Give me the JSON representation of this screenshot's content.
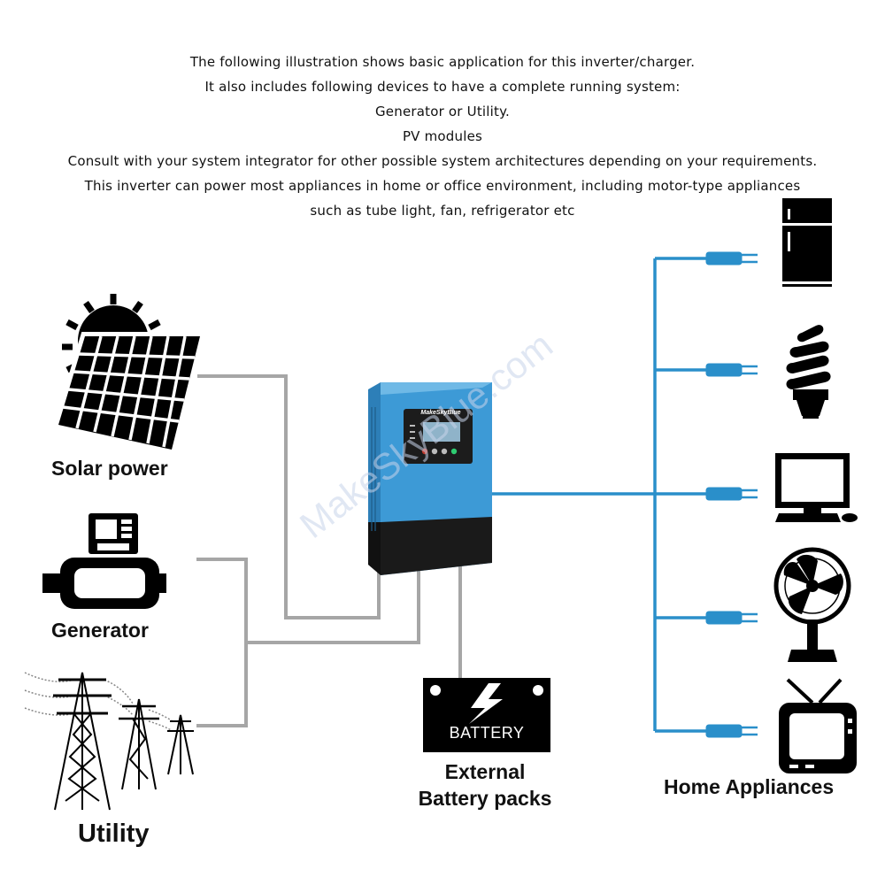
{
  "intro": {
    "lines": [
      "The following illustration shows basic application for this inverter/charger.",
      "It also includes following devices to have a complete running system:",
      "Generator or Utility.",
      "PV modules",
      "Consult with your system integrator for other possible system architectures depending on your requirements.",
      "This inverter can power most appliances in home or office environment, including motor-type appliances",
      "such as tube light, fan, refrigerator etc"
    ]
  },
  "labels": {
    "solar": "Solar power",
    "generator": "Generator",
    "utility": "Utility",
    "battery_line1": "External",
    "battery_line2": "Battery packs",
    "home": "Home Appliances"
  },
  "inverter": {
    "brand": "MakeSkyBlue"
  },
  "battery": {
    "text": "BATTERY"
  },
  "watermark": "MakeSkyBlue.com",
  "appliances": [
    {
      "icon": "refrigerator-icon"
    },
    {
      "icon": "light-bulb-icon"
    },
    {
      "icon": "computer-icon"
    },
    {
      "icon": "fan-icon"
    },
    {
      "icon": "tv-icon"
    }
  ],
  "colors": {
    "input_wire": "#a6a6a6",
    "output_wire": "#2a8fca",
    "inverter_body": "#3d9ad6",
    "icon": "#000000"
  }
}
